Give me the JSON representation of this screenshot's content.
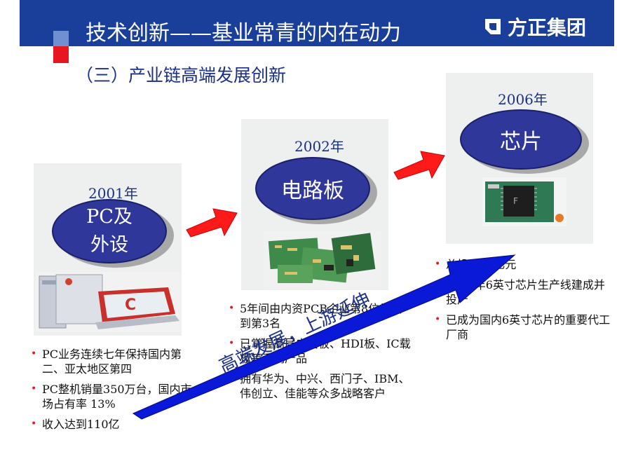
{
  "header": {
    "title": "技术创新——基业常青的内在动力",
    "logo_text": "方正集团"
  },
  "subtitle": "（三）产业链高端发展创新",
  "stages": [
    {
      "year": "2001年",
      "label": "PC及外设",
      "bullets": [
        "PC业务连续七年保持国内第二、亚太地区第四",
        "PC整机销量350万台，国内市场占有率 13%",
        "收入达到110亿"
      ]
    },
    {
      "year": "2002年",
      "label": "电路板",
      "bullets": [
        "5年间由内资PCB企业第8位发展到第3名",
        "已掌握高层电路板、HDI板、IC载板等系列产品",
        "拥有华为、中兴、西门子、IBM、伟创立、佳能等众多战略客户"
      ]
    },
    {
      "year": "2006年",
      "label": "芯片",
      "bullets": [
        "总投入14亿元",
        "2006年6英寸芯片生产线建成并投产",
        "已成为国内6英寸芯片的重要代工厂商"
      ]
    }
  ],
  "diagonal_arrow_text": "高端发展，上游延伸",
  "colors": {
    "header_bg": "#1a3f9a",
    "accent_red": "#e8161e",
    "oval_fill": "#30379a",
    "arrow_blue": "#0a18d8"
  }
}
